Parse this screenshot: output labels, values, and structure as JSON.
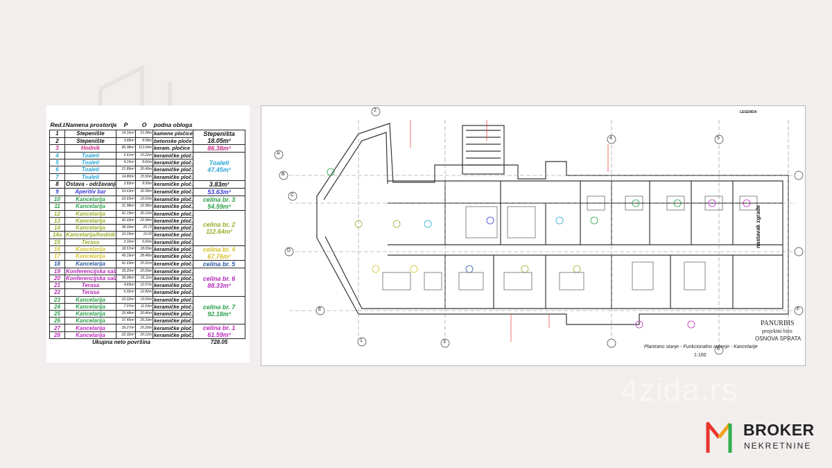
{
  "table": {
    "headers": [
      "Red.br.",
      "Namena prostorije",
      "P",
      "O",
      "podna obloga",
      ""
    ],
    "rows": [
      {
        "no": "1",
        "name": "Stepenište",
        "p": "14.16m²",
        "o": "21.08m",
        "floor": "kamene pločice",
        "color": "#111111"
      },
      {
        "no": "2",
        "name": "Stepenište",
        "p": "3.89m²",
        "o": "8.58m",
        "floor": "betonske ploče",
        "color": "#111111"
      },
      {
        "no": "3",
        "name": "Hodnik",
        "p": "86.38m²",
        "o": "113.54m",
        "floor": "keram. pločice",
        "color": "#cc2d8c"
      },
      {
        "no": "4",
        "name": "Toaleti",
        "p": "6.61m²",
        "o": "10.22m",
        "floor": "keramičke ploč.",
        "color": "#2aa7d6"
      },
      {
        "no": "5",
        "name": "Toaleti",
        "p": "4.15m²",
        "o": "8.66m",
        "floor": "keramičke ploč.",
        "color": "#2aa7d6"
      },
      {
        "no": "6",
        "name": "Toaleti",
        "p": "21.89m²",
        "o": "20.49m",
        "floor": "keramičke ploč.",
        "color": "#2aa7d6"
      },
      {
        "no": "7",
        "name": "Toaleti",
        "p": "14.80m²",
        "o": "15.50m",
        "floor": "keramičke ploč.",
        "color": "#2aa7d6"
      },
      {
        "no": "8",
        "name": "Ostava - održavanje",
        "p": "3.83m²",
        "o": "8.99m",
        "floor": "keramičke ploč.",
        "color": "#111111"
      },
      {
        "no": "9",
        "name": "Aperitiv bar",
        "p": "53.63m²",
        "o": "32.58m",
        "floor": "keramičke ploč.",
        "color": "#3a3ad6"
      },
      {
        "no": "10",
        "name": "Kancelarija",
        "p": "22.65m²",
        "o": "19.63m",
        "floor": "keramičke ploč.",
        "color": "#2aa04a"
      },
      {
        "no": "11",
        "name": "Kancelarija",
        "p": "31.98m²",
        "o": "22.98m",
        "floor": "keramičke ploč.",
        "color": "#2aa04a"
      },
      {
        "no": "12",
        "name": "Kancelarija",
        "p": "41.19m²",
        "o": "26.12m",
        "floor": "keramičke ploč.",
        "color": "#9aae2a"
      },
      {
        "no": "13",
        "name": "Kancelarija",
        "p": "30.93m²",
        "o": "22.58m",
        "floor": "keramičke ploč.",
        "color": "#9aae2a"
      },
      {
        "no": "14",
        "name": "Kancelarija",
        "p": "38.33m²",
        "o": "25.72",
        "floor": "keramičke ploč.",
        "color": "#9aae2a"
      },
      {
        "no": "14a",
        "name": "Kancelarija/hodnik",
        "p": "10.03m²",
        "o": "15.05",
        "floor": "keramičke ploč.",
        "color": "#9aae2a"
      },
      {
        "no": "15",
        "name": "Terasa",
        "p": "2.16m²",
        "o": "6.60m",
        "floor": "keramičke ploč.",
        "color": "#9aae2a"
      },
      {
        "no": "16",
        "name": "Kancelarija",
        "p": "18.57m²",
        "o": "18.09m",
        "floor": "keramičke ploč.",
        "color": "#d6c22a"
      },
      {
        "no": "17",
        "name": "Kancelarija",
        "p": "49.19m²",
        "o": "28.48m",
        "floor": "keramičke ploč.",
        "color": "#d6c22a"
      },
      {
        "no": "18",
        "name": "Kancelarija",
        "p": "41.63m²",
        "o": "25.91m",
        "floor": "keramičke ploč.",
        "color": "#2a5aa0"
      },
      {
        "no": "19",
        "name": "Konferencijska sala",
        "p": "39.20m²",
        "o": "25.09m",
        "floor": "keramičke ploč.",
        "color": "#b52ab5"
      },
      {
        "no": "20",
        "name": "Konferencijska sala",
        "p": "39.28m²",
        "o": "25.11m",
        "floor": "keramičke ploč.",
        "color": "#b52ab5"
      },
      {
        "no": "21",
        "name": "Terasa",
        "p": "4.83m²",
        "o": "12.57m",
        "floor": "keramičke ploč.",
        "color": "#b52ab5"
      },
      {
        "no": "22",
        "name": "Terasa",
        "p": "5.02m²",
        "o": "12.82m",
        "floor": "keramičke ploč.",
        "color": "#b52ab5"
      },
      {
        "no": "23",
        "name": "Kancelarija",
        "p": "22.22m²",
        "o": "19.50m",
        "floor": "keramičke ploč.",
        "color": "#2aa04a"
      },
      {
        "no": "24",
        "name": "Kancelarija",
        "p": "7.07m²",
        "o": "11.03m",
        "floor": "keramičke ploč.",
        "color": "#2aa04a"
      },
      {
        "no": "25",
        "name": "Kancelarija",
        "p": "25.48m²",
        "o": "20.46m",
        "floor": "keramičke ploč.",
        "color": "#2aa04a"
      },
      {
        "no": "26",
        "name": "Kancelarija",
        "p": "37.45m²",
        "o": "25.33m",
        "floor": "keramičke ploč.",
        "color": "#2aa04a"
      },
      {
        "no": "27",
        "name": "Kancelarija",
        "p": "39.27m²",
        "o": "25.29m",
        "floor": "keramičke ploč.",
        "color": "#c02ac0"
      },
      {
        "no": "28",
        "name": "Kancelarija",
        "p": "22.32m²",
        "o": "20.12m",
        "floor": "keramičke ploč.",
        "color": "#c02ac0"
      }
    ],
    "groups": [
      {
        "label": "Stepeništa\n18.05m²",
        "color": "#111111"
      },
      {
        "label": "86.38m²",
        "color": "#cc2d8c"
      },
      {
        "label": "Toaleti\n47.45m²",
        "color": "#2aa7d6"
      },
      {
        "label": "3.83m²",
        "color": "#111111"
      },
      {
        "label": "53.63m²",
        "color": "#3a3ad6"
      },
      {
        "label": "celina br. 3\n54.59m²",
        "color": "#2aa04a"
      },
      {
        "label": "celina br. 2\n112.64m²",
        "color": "#9aae2a"
      },
      {
        "label": "celina br. 4\n67.76m²",
        "color": "#d6c22a"
      },
      {
        "label": "celina br. 5",
        "color": "#2a5aa0"
      },
      {
        "label": "celina br. 6\n88.33m²",
        "color": "#b52ab5"
      },
      {
        "label": "celina br. 7\n92.18m²",
        "color": "#2aa04a"
      },
      {
        "label": "celina br. 1\n61.59m²",
        "color": "#c02ac0"
      }
    ],
    "total_label": "Ukupna neto površina",
    "total_value": "728.05"
  },
  "plan": {
    "title_block": {
      "company": "PANURBIS",
      "company_sub": "projektni biro",
      "sheet": "OSNOVA SPRATA",
      "description": "Planirano stanje - Funkcionalno rešenje - Kancelarije",
      "scale": "1:100"
    },
    "side_label": "nastavak zgrade",
    "legend": "LEGENDA",
    "axis_letters": [
      "A",
      "B",
      "C",
      "D",
      "E",
      "F"
    ],
    "axis_numbers": [
      "1",
      "2",
      "3",
      "4",
      "5",
      "6"
    ]
  },
  "branding": {
    "watermark": "4zida.rs",
    "broker_name": "BROKER",
    "broker_sub": "NEKRETNINE",
    "logo_colors": [
      "#e8352b",
      "#f2a21c",
      "#2fae4b"
    ]
  }
}
